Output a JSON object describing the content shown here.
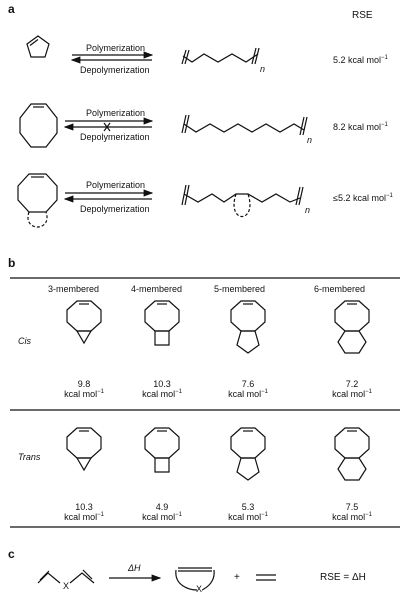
{
  "panel_a": {
    "letter": "a",
    "rse_header": "RSE",
    "rows": [
      {
        "forward": "Polymerization",
        "reverse": "Depolymerization",
        "subscript": "n",
        "rse": "5.2 kcal mol",
        "rse_unit_sup": "−1"
      },
      {
        "forward": "Polymerization",
        "reverse": "Depolymerization",
        "subscript": "n",
        "rse": "8.2 kcal mol",
        "rse_unit_sup": "−1"
      },
      {
        "forward": "Polymerization",
        "reverse": "Depolymerization",
        "subscript": "n",
        "rse": "≤5.2 kcal mol",
        "rse_unit_sup": "−1"
      }
    ]
  },
  "panel_b": {
    "letter": "b",
    "columns": [
      "3-membered",
      "4-membered",
      "5-membered",
      "6-membered"
    ],
    "rows": [
      {
        "label": "Cis",
        "values": [
          "9.8",
          "10.3",
          "7.6",
          "7.2"
        ]
      },
      {
        "label": "Trans",
        "values": [
          "10.3",
          "4.9",
          "5.3",
          "7.5"
        ]
      }
    ],
    "unit": "kcal mol",
    "unit_sup": "−1"
  },
  "panel_c": {
    "letter": "c",
    "x_label": "X",
    "arrow_label": "ΔH",
    "plus": "+",
    "equation": "RSE = ΔH"
  }
}
